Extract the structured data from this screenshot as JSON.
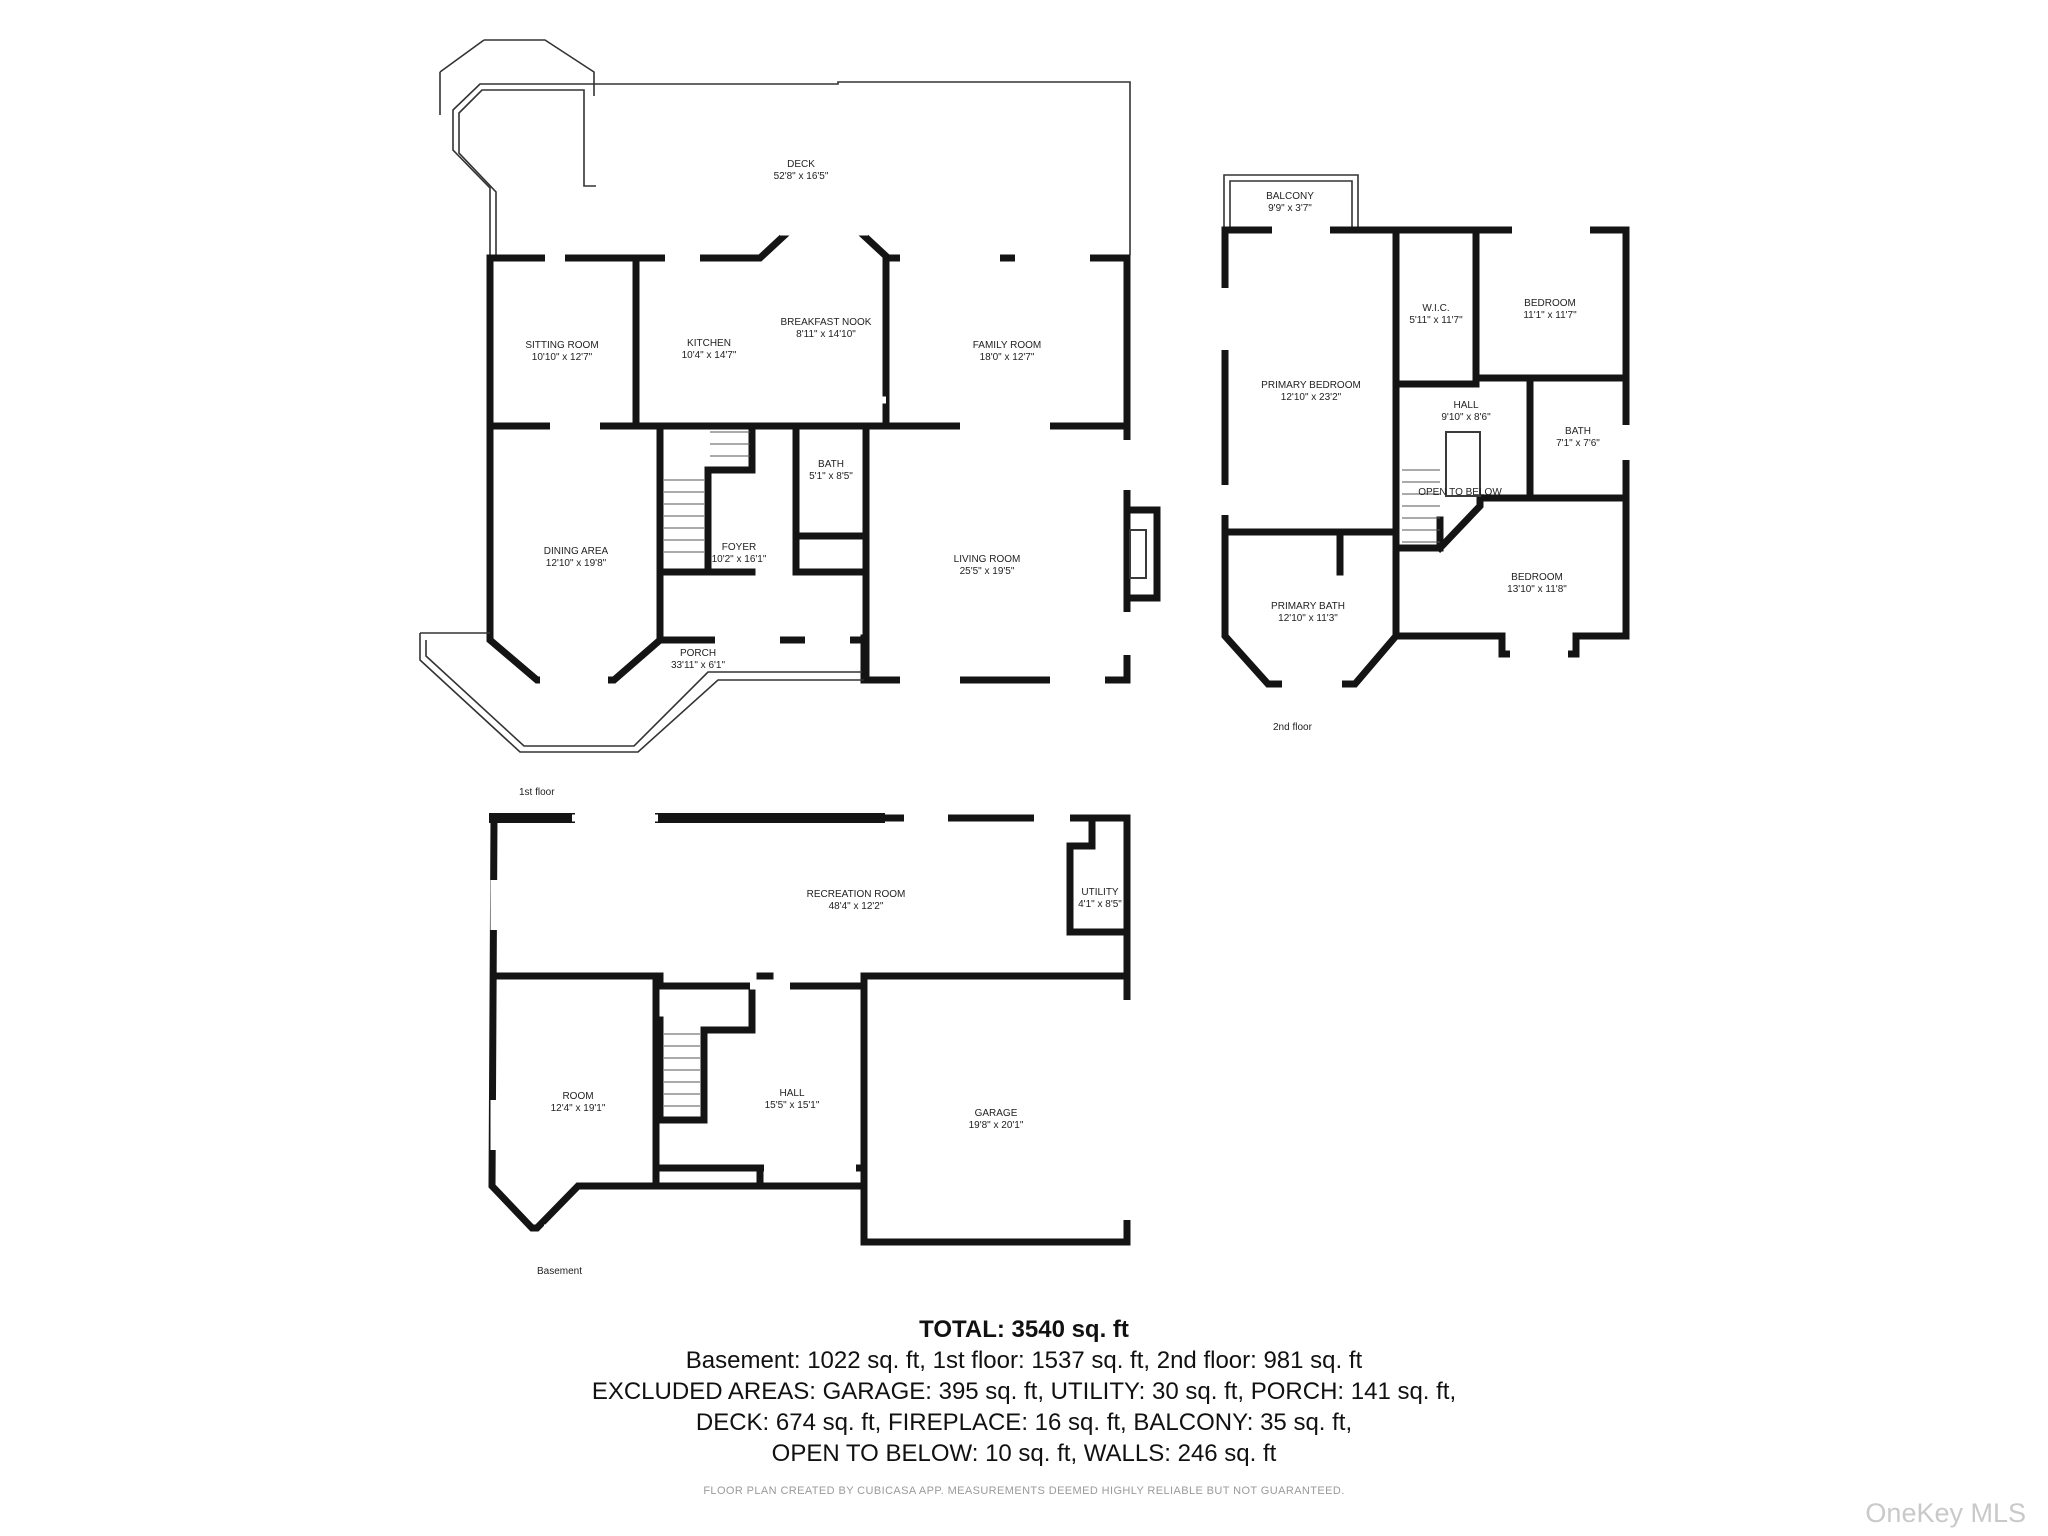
{
  "floors": {
    "first": {
      "label": "1st floor",
      "rooms": {
        "deck": {
          "name": "DECK",
          "dim": "52'8\" x 16'5\""
        },
        "sitting": {
          "name": "SITTING ROOM",
          "dim": "10'10\" x 12'7\""
        },
        "kitchen": {
          "name": "KITCHEN",
          "dim": "10'4\" x 14'7\""
        },
        "nook": {
          "name": "BREAKFAST NOOK",
          "dim": "8'11\" x 14'10\""
        },
        "family": {
          "name": "FAMILY ROOM",
          "dim": "18'0\" x 12'7\""
        },
        "bath": {
          "name": "BATH",
          "dim": "5'1\" x 8'5\""
        },
        "dining": {
          "name": "DINING AREA",
          "dim": "12'10\" x 19'8\""
        },
        "foyer": {
          "name": "FOYER",
          "dim": "10'2\" x 16'1\""
        },
        "living": {
          "name": "LIVING ROOM",
          "dim": "25'5\" x 19'5\""
        },
        "porch": {
          "name": "PORCH",
          "dim": "33'11\" x 6'1\""
        }
      }
    },
    "second": {
      "label": "2nd floor",
      "rooms": {
        "balcony": {
          "name": "BALCONY",
          "dim": "9'9\" x 3'7\""
        },
        "wic": {
          "name": "W.I.C.",
          "dim": "5'11\" x 11'7\""
        },
        "bedroom1": {
          "name": "BEDROOM",
          "dim": "11'1\" x 11'7\""
        },
        "primary": {
          "name": "PRIMARY BEDROOM",
          "dim": "12'10\" x 23'2\""
        },
        "hall": {
          "name": "HALL",
          "dim": "9'10\" x 8'6\""
        },
        "bath": {
          "name": "BATH",
          "dim": "7'1\" x 7'6\""
        },
        "open": {
          "name": "OPEN TO BELOW"
        },
        "bedroom2": {
          "name": "BEDROOM",
          "dim": "13'10\" x 11'8\""
        },
        "pbath": {
          "name": "PRIMARY BATH",
          "dim": "12'10\" x 11'3\""
        }
      }
    },
    "basement": {
      "label": "Basement",
      "rooms": {
        "rec": {
          "name": "RECREATION ROOM",
          "dim": "48'4\" x 12'2\""
        },
        "utility": {
          "name": "UTILITY",
          "dim": "4'1\" x 8'5\""
        },
        "room": {
          "name": "ROOM",
          "dim": "12'4\" x 19'1\""
        },
        "hall": {
          "name": "HALL",
          "dim": "15'5\" x 15'1\""
        },
        "garage": {
          "name": "GARAGE",
          "dim": "19'8\" x 20'1\""
        }
      }
    }
  },
  "summary": {
    "total": "TOTAL: 3540 sq. ft",
    "line1": "Basement: 1022 sq. ft, 1st floor: 1537 sq. ft, 2nd floor: 981 sq. ft",
    "line2": "EXCLUDED AREAS: GARAGE: 395 sq. ft, UTILITY: 30 sq. ft, PORCH: 141 sq. ft,",
    "line3": "DECK: 674 sq. ft, FIREPLACE: 16 sq. ft, BALCONY: 35 sq. ft,",
    "line4": "OPEN TO BELOW: 10 sq. ft, WALLS: 246 sq. ft"
  },
  "disclaimer": "FLOOR PLAN CREATED BY CUBICASA APP. MEASUREMENTS DEEMED HIGHLY RELIABLE BUT NOT GUARANTEED.",
  "watermark": "OneKey MLS"
}
